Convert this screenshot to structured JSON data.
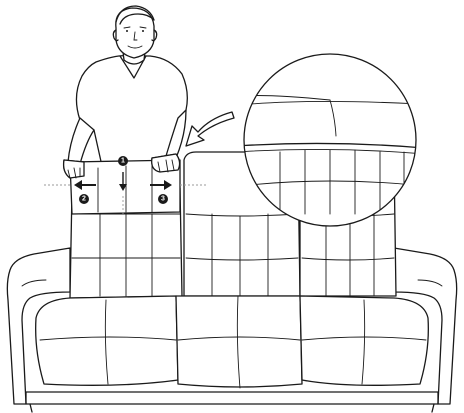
{
  "illustration": {
    "subject": "sofa-backrest-cover-instruction",
    "steps": [
      {
        "badge": "1",
        "direction": "down"
      },
      {
        "badge": "2",
        "direction": "left"
      },
      {
        "badge": "3",
        "direction": "right"
      }
    ],
    "colors": {
      "line": "#1a1a1a",
      "background": "#ffffff",
      "guide": "#9a9a9a"
    }
  }
}
